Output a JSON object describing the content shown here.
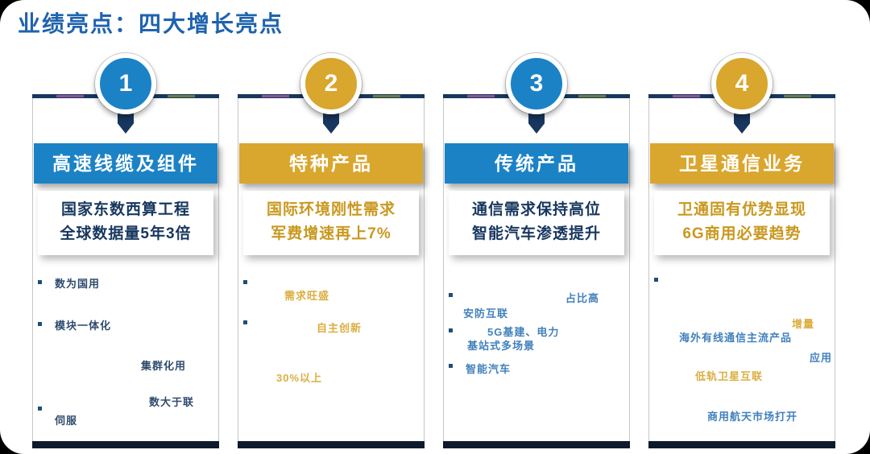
{
  "title": "业绩亮点：四大增长亮点",
  "colors": {
    "title_blue": "#1e63ae",
    "accent_blue": "#1b82c6",
    "accent_gold": "#d9a62e",
    "line_navy": "#17375e",
    "sub_text_blue": "#17375e",
    "sub_text_gold": "#c9981f"
  },
  "columns": [
    {
      "number": "1",
      "accent": "blue",
      "header": "高速线缆及组件",
      "sub1": "国家东数西算工程",
      "sub2": "全球数据量5年3倍",
      "notes": [
        {
          "text": "数为国用"
        },
        {
          "text": "模块一体化"
        },
        {
          "text": "集群化用"
        },
        {
          "text": "数大于联"
        },
        {
          "text": "伺服"
        }
      ]
    },
    {
      "number": "2",
      "accent": "gold",
      "header": "特种产品",
      "sub1": "国际环境刚性需求",
      "sub2": "军费增速再上7%",
      "notes": [
        {
          "text": "需求旺盛"
        },
        {
          "text": "自主创新"
        },
        {
          "text": "30%以上"
        }
      ]
    },
    {
      "number": "3",
      "accent": "blue",
      "header": "传统产品",
      "sub1": "通信需求保持高位",
      "sub2": "智能汽车渗透提升",
      "notes": [
        {
          "text": "占比高"
        },
        {
          "text": "安防互联"
        },
        {
          "text": "5G基建、电力"
        },
        {
          "text": "基站式多场景"
        },
        {
          "text": "智能汽车"
        }
      ]
    },
    {
      "number": "4",
      "accent": "gold",
      "header": "卫星通信业务",
      "sub1": "卫通固有优势显现",
      "sub2": "6G商用必要趋势",
      "notes": [
        {
          "text": "增量"
        },
        {
          "text": "海外有线通信主流产品"
        },
        {
          "text": "应用"
        },
        {
          "text": "低轨卫星互联"
        },
        {
          "text": "商用航天市场打开"
        }
      ]
    }
  ]
}
